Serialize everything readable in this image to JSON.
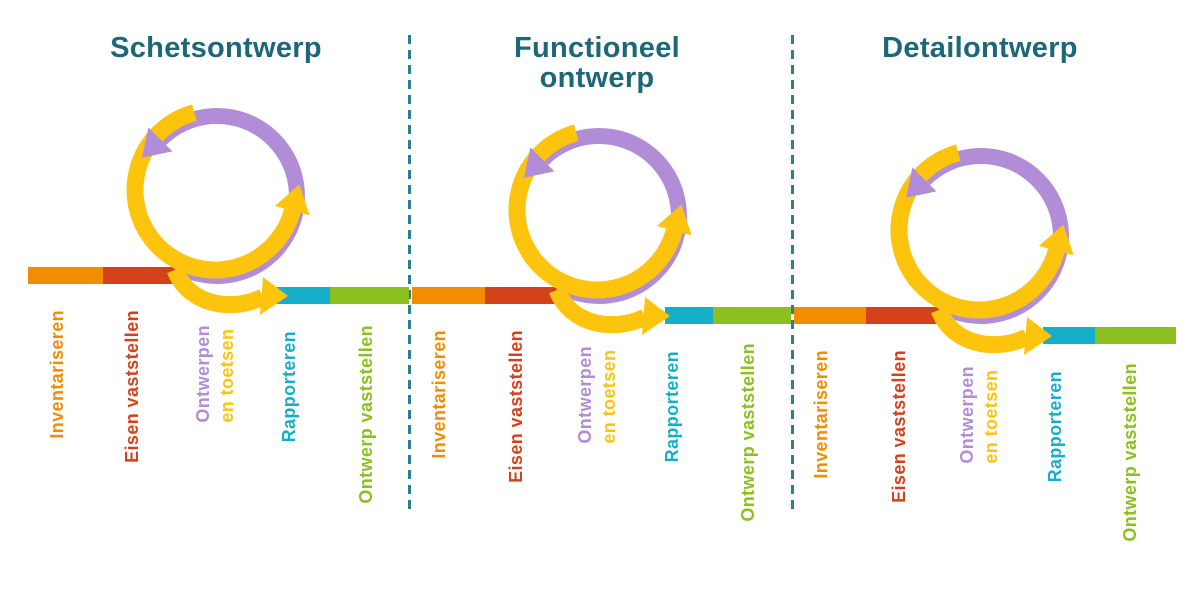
{
  "diagram": {
    "phases": [
      {
        "title_lines": [
          "Schetsontwerp"
        ],
        "steps": [
          {
            "label": "Inventariseren",
            "color": "#F28C00"
          },
          {
            "label": "Eisen vaststellen",
            "color": "#D4421C"
          },
          {
            "label": "Ontwerpen",
            "label2": "en toetsen",
            "color": "#B28DD7",
            "color2": "#FDC40E"
          },
          {
            "label": "Rapporteren",
            "color": "#15AFC9"
          },
          {
            "label": "Ontwerp vaststellen",
            "color": "#8CC021"
          }
        ]
      },
      {
        "title_lines": [
          "Functioneel",
          "ontwerp"
        ],
        "steps": [
          {
            "label": "Inventariseren",
            "color": "#F28C00"
          },
          {
            "label": "Eisen vaststellen",
            "color": "#D4421C"
          },
          {
            "label": "Ontwerpen",
            "label2": "en toetsen",
            "color": "#B28DD7",
            "color2": "#FDC40E"
          },
          {
            "label": "Rapporteren",
            "color": "#15AFC9"
          },
          {
            "label": "Ontwerp vaststellen",
            "color": "#8CC021"
          }
        ]
      },
      {
        "title_lines": [
          "Detailontwerp"
        ],
        "steps": [
          {
            "label": "Inventariseren",
            "color": "#F28C00"
          },
          {
            "label": "Eisen vaststellen",
            "color": "#D4421C"
          },
          {
            "label": "Ontwerpen",
            "label2": "en toetsen",
            "color": "#B28DD7",
            "color2": "#FDC40E"
          },
          {
            "label": "Rapporteren",
            "color": "#15AFC9"
          },
          {
            "label": "Ontwerp vaststellen",
            "color": "#8CC021"
          }
        ]
      }
    ],
    "colors": {
      "title_text": "#1C6879",
      "separator": "#2E7E91",
      "cycle_yellow": "#FDC40E",
      "cycle_purple": "#B28DD7",
      "bar_orange": "#F28C00",
      "bar_red": "#D4421C",
      "bar_teal": "#15AFC9",
      "bar_green": "#8CC021",
      "background": "#FFFFFF"
    }
  }
}
